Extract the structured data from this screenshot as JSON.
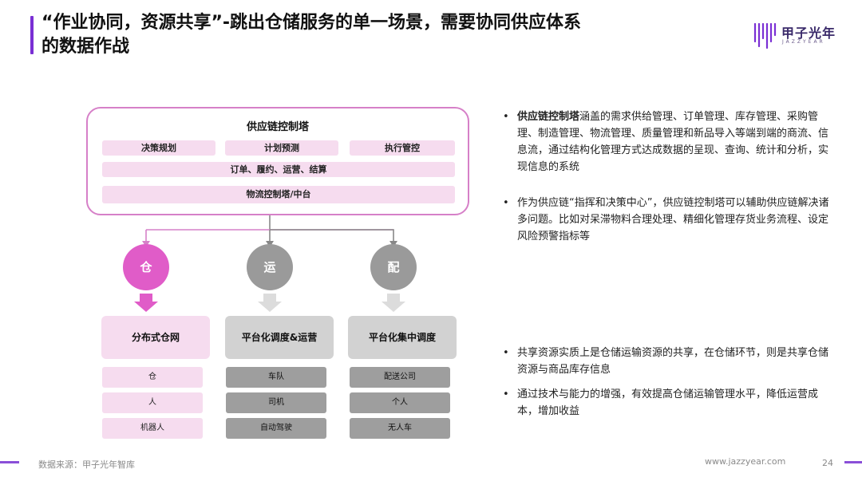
{
  "header": {
    "title_line1": "“作业协同，资源共享”-跳出仓储服务的单一场景，需要协同供应体系",
    "title_line2": "的数据作战",
    "accent_color": "#7a2fd4"
  },
  "logo": {
    "name": "甲子光年",
    "sub": "JAZZYEAR"
  },
  "tower": {
    "title": "供应链控制塔",
    "row1": [
      "决策规划",
      "计划预测",
      "执行管控"
    ],
    "row2": "订单、履约、运营、结算",
    "row3": "物流控制塔/中台"
  },
  "columns": [
    {
      "circle": "仓",
      "card": "分布式仓网",
      "items": [
        "仓",
        "人",
        "机器人"
      ],
      "style": "pink"
    },
    {
      "circle": "运",
      "card": "平台化调度&运营",
      "items": [
        "车队",
        "司机",
        "自动驾驶"
      ],
      "style": "grey"
    },
    {
      "circle": "配",
      "card": "平台化集中调度",
      "items": [
        "配送公司",
        "个人",
        "无人车"
      ],
      "style": "grey"
    }
  ],
  "bullets_top": [
    {
      "bold": "供应链控制塔",
      "text": "涵盖的需求供给管理、订单管理、库存管理、采购管理、制造管理、物流管理、质量管理和新品导入等端到端的商流、信息流，通过结构化管理方式达成数据的呈现、查询、统计和分析，实现信息的系统"
    },
    {
      "bold": "",
      "text": "作为供应链“指挥和决策中心”，供应链控制塔可以辅助供应链解决诸多问题。比如对呆滞物料合理处理、精细化管理存货业务流程、设定风险预警指标等"
    }
  ],
  "bullets_bottom": [
    {
      "bold": "",
      "text": "共享资源实质上是仓储运输资源的共享，在仓储环节，则是共享仓储资源与商品库存信息"
    },
    {
      "bold": "",
      "text": "通过技术与能力的增强，有效提高仓储运输管理水平，降低运营成本，增加收益"
    }
  ],
  "footer": {
    "source": "数据来源：甲子光年智库",
    "site": "www.jazzyear.com",
    "page": "24"
  },
  "bullet_glyph": "•",
  "colors": {
    "pink": "#e05cc8",
    "pink_light": "#f6dcef",
    "grey": "#9a9a9a",
    "grey_light": "#d2d2d2"
  }
}
